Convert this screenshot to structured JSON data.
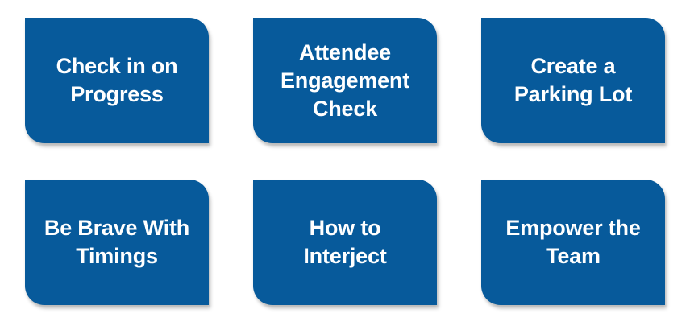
{
  "cards": [
    {
      "label": "Check in on\nProgress"
    },
    {
      "label": "Attendee\nEngagement\nCheck"
    },
    {
      "label": "Create a\nParking Lot"
    },
    {
      "label": "Be Brave With\nTimings"
    },
    {
      "label": "How to\nInterject"
    },
    {
      "label": "Empower the\nTeam"
    }
  ],
  "colors": {
    "card_fill": "#075a9b",
    "card_text": "#ffffff",
    "background": "#ffffff"
  }
}
